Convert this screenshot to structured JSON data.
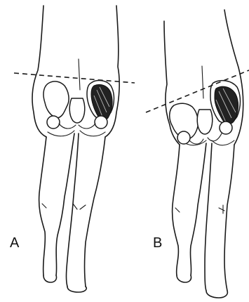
{
  "panels": [
    {
      "id": "A",
      "label": "A",
      "pelvis_level": "level"
    },
    {
      "id": "B",
      "label": "B",
      "pelvis_level": "tilted"
    }
  ],
  "colors": {
    "ink": "#1a1a1a",
    "muscle": "#222222",
    "background": "#ffffff"
  }
}
